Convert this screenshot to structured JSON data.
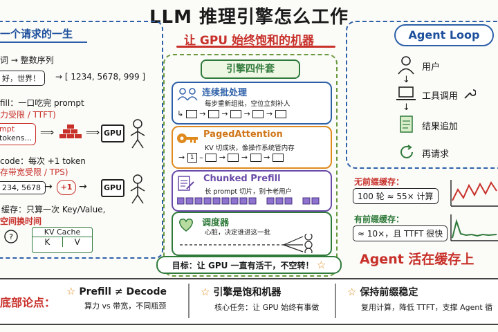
{
  "title": "LLM 推理引擎怎么工作",
  "subtitle": "让 GPU 始终饱和的机器",
  "left": {
    "title": "一个请求的一生",
    "tokenize_line": "词 → 整数序列",
    "tokenize_input": "好，世界！",
    "tokenize_output": "→ [ 1234, 5678, 999 ]",
    "prefill_line": "fill：一口吃完 prompt",
    "prefill_limit": "力受限 / TTFT)",
    "prompt_box_1": "mpt",
    "prompt_box_2": "tokens...",
    "gpu_label": "GPU",
    "decode_line": "code：每次 +1 token",
    "decode_limit": "存带宽受限 / TPS)",
    "decode_box": "234, 5678",
    "plus_one": "+1",
    "cache_line": "缓存：只算一次 Key/Value,",
    "cache_tradeoff": "空间换时间",
    "kv_title": "KV Cache",
    "kv_k": "K",
    "kv_v": "V"
  },
  "center": {
    "title": "引擎四件套",
    "cards": [
      {
        "title": "连续批处理",
        "desc": "每步重新组批，空位立刻补人",
        "color": "#2c5fa8"
      },
      {
        "title": "PagedAttention",
        "desc": "KV 切成块，像操作系统管内存",
        "color": "#e08a1e"
      },
      {
        "title": "Chunked Prefill",
        "desc": "长 prompt 切片，别卡老用户",
        "color": "#6a4aa8"
      },
      {
        "title": "调度器",
        "desc": "心脏，决定谁进这一批",
        "color": "#2f7a3a"
      }
    ],
    "page_num": "1",
    "goal": "目标：让 GPU 一直有活干，不空转！"
  },
  "right": {
    "agent_loop": "Agent Loop",
    "steps": [
      "用户",
      "工具调用",
      "结果追加",
      "再请求"
    ],
    "no_prefix_label": "无前缀缓存：",
    "no_prefix_value": "100 轮 ≈ 55× 计算",
    "prefix_label": "有前缀缓存：",
    "prefix_value": "≈ 10×，且 TTFT 很快",
    "agent_cache": "Agent 活在缓存上"
  },
  "bottom": {
    "label": "底部论点：",
    "items": [
      {
        "title": "Prefill ≠ Decode",
        "desc": "算力 vs 带宽，不同瓶颈"
      },
      {
        "title": "引擎是饱和机器",
        "desc": "核心任务：让 GPU 始终有事做"
      },
      {
        "title": "保持前缀稳定",
        "desc": "复用计算，降低 TTFT，支撑 Agent 循"
      }
    ]
  },
  "colors": {
    "red": "#c8302a",
    "blue": "#2c5fa8",
    "green": "#2f7a3a",
    "orange": "#e08a1e",
    "purple": "#6a4aa8"
  }
}
